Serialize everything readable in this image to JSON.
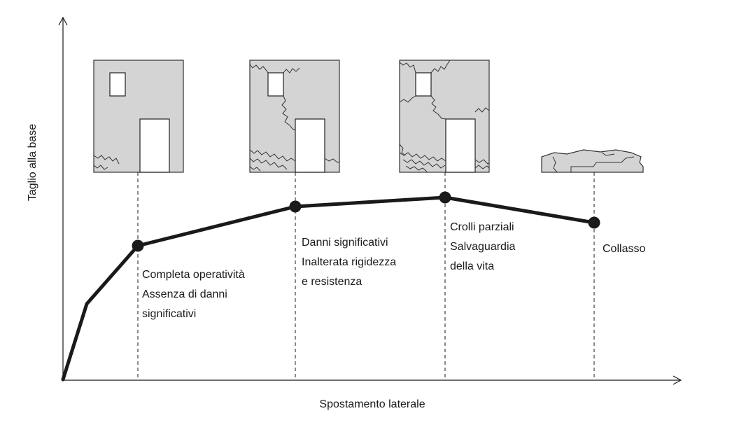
{
  "axes": {
    "y_label": "Taglio alla base",
    "x_label": "Spostamento laterale"
  },
  "states": [
    {
      "id": "operativita",
      "lines": [
        "Completa operatività",
        "Assenza di danni",
        "significativi"
      ]
    },
    {
      "id": "danni",
      "lines": [
        "Danni significativi",
        "Inalterata rigidezza",
        "e resistenza"
      ]
    },
    {
      "id": "crolli",
      "lines": [
        "Crolli parziali",
        "Salvaguardia",
        "della vita"
      ]
    },
    {
      "id": "collasso",
      "lines": [
        "Collasso"
      ]
    }
  ],
  "colors": {
    "wall_fill": "#d4d4d4",
    "line": "#1a1a1a"
  }
}
